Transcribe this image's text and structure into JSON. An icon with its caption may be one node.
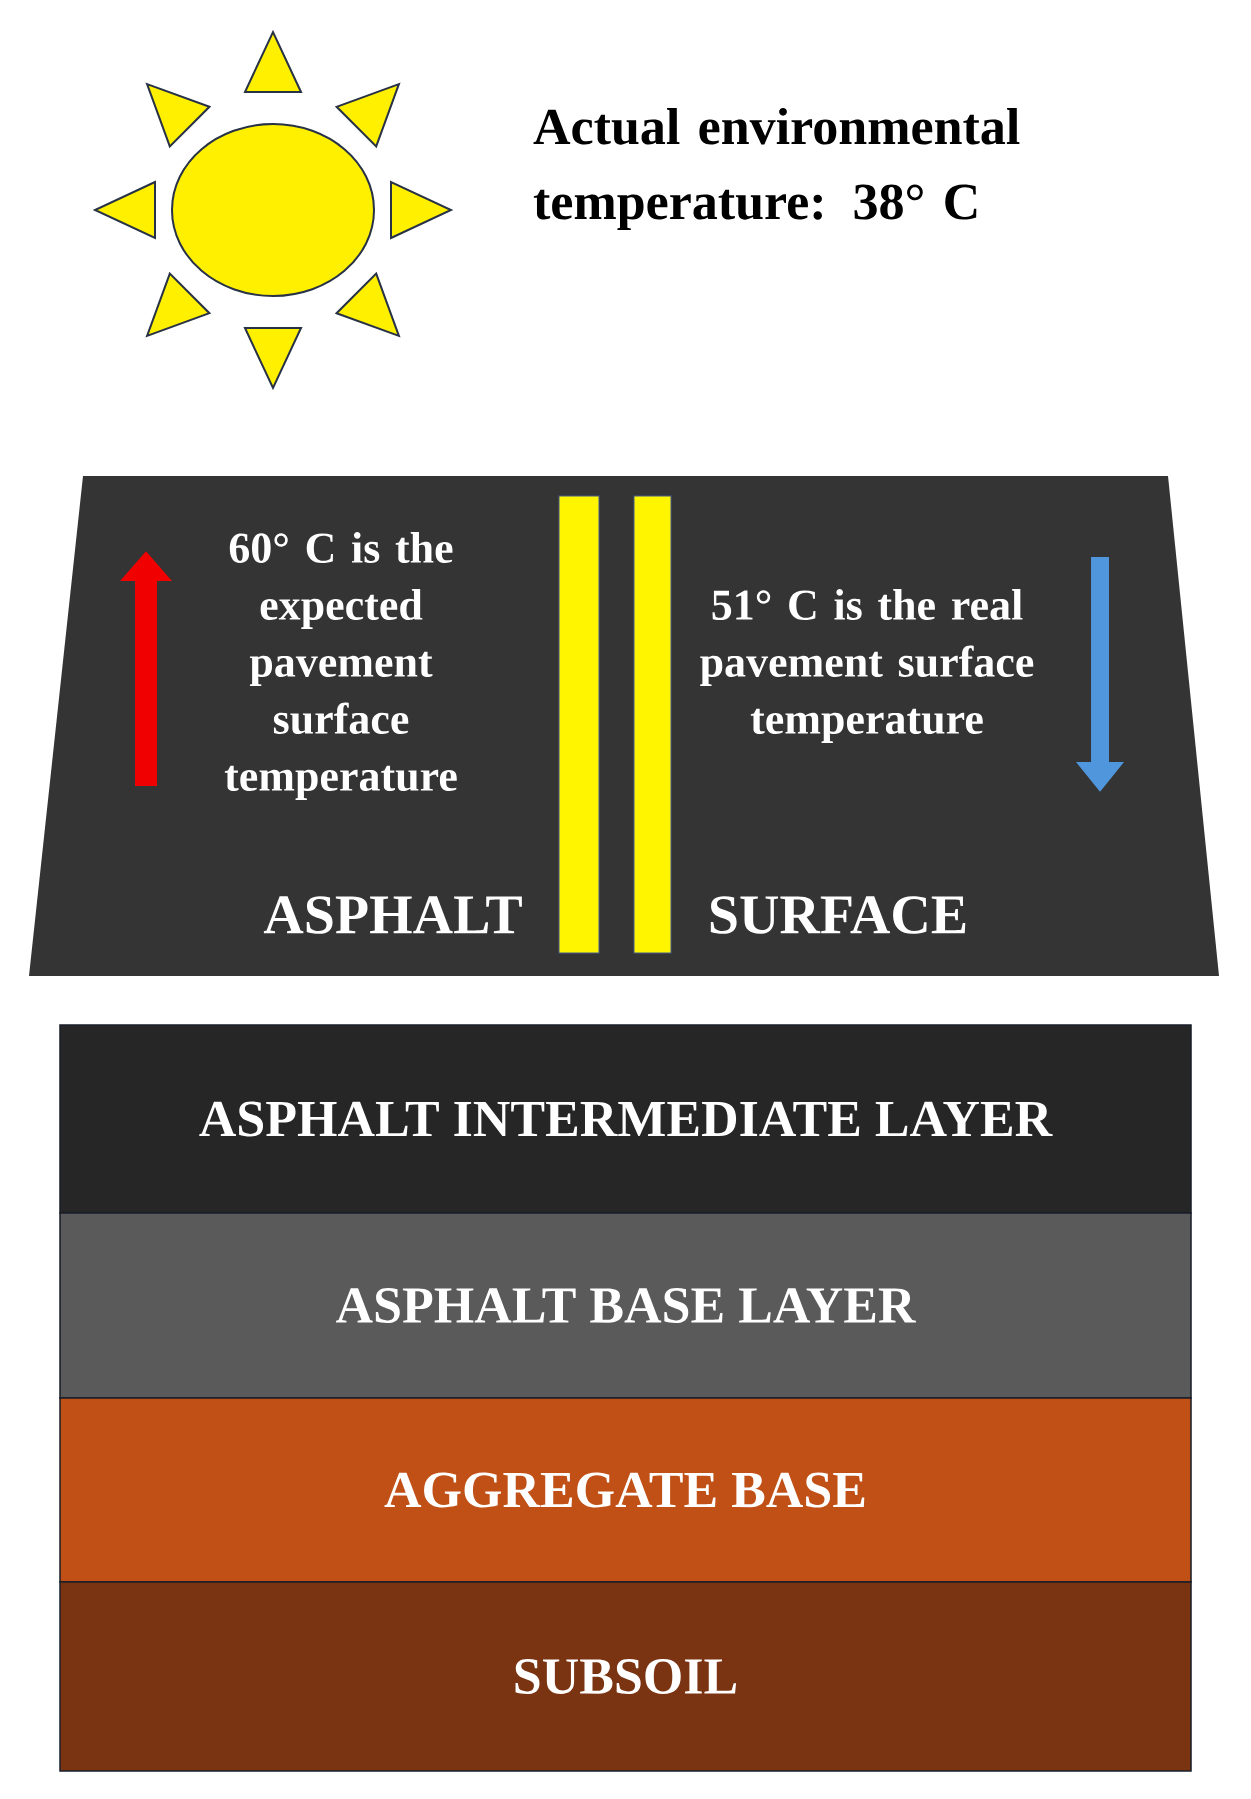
{
  "diagram": {
    "nodes": [
      {
        "text": [
          "60° C is the expected pavement surface temperature",
          "51° C is the real pavement surface temperature",
          "ASPHALT",
          "SURFACE"
        ]
      },
      {
        "text": [
          "ASPHALT INTERMEDIATE LAYER"
        ]
      },
      {
        "text": [
          "ASPHALT BASE LAYER"
        ]
      },
      {
        "text": [
          "AGGREGATE BASE"
        ]
      },
      {
        "text": [
          "SUBSOIL"
        ]
      }
    ],
    "labels": [
      "Actual environmental temperature: 38° C"
    ]
  }
}
